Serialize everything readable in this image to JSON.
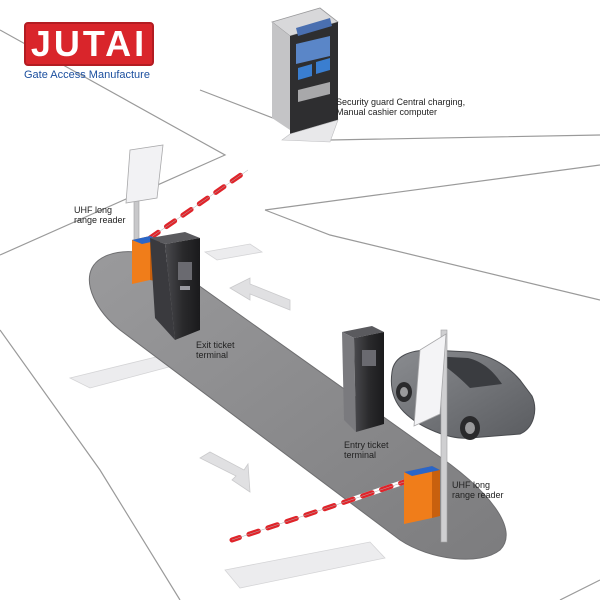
{
  "brand": {
    "name": "JUTAI",
    "tagline": "Gate Access Manufacture",
    "color": "#d9252b",
    "tagline_color": "#1a4e9e"
  },
  "labels": {
    "kiosk": "Security guard Central charging,\nManual cashier computer",
    "reader_exit": "UHF long\nrange reader",
    "exit_terminal": "Exit ticket\nterminal",
    "entry_terminal": "Entry ticket\nterminal",
    "reader_entry": "UHF long\nrange reader"
  },
  "colors": {
    "island": "#8e8e90",
    "barrier_housing": "#f07d1a",
    "barrier_top": "#2a66c8",
    "boom_red": "#e0242a",
    "terminal": "#2b2b2e"
  }
}
